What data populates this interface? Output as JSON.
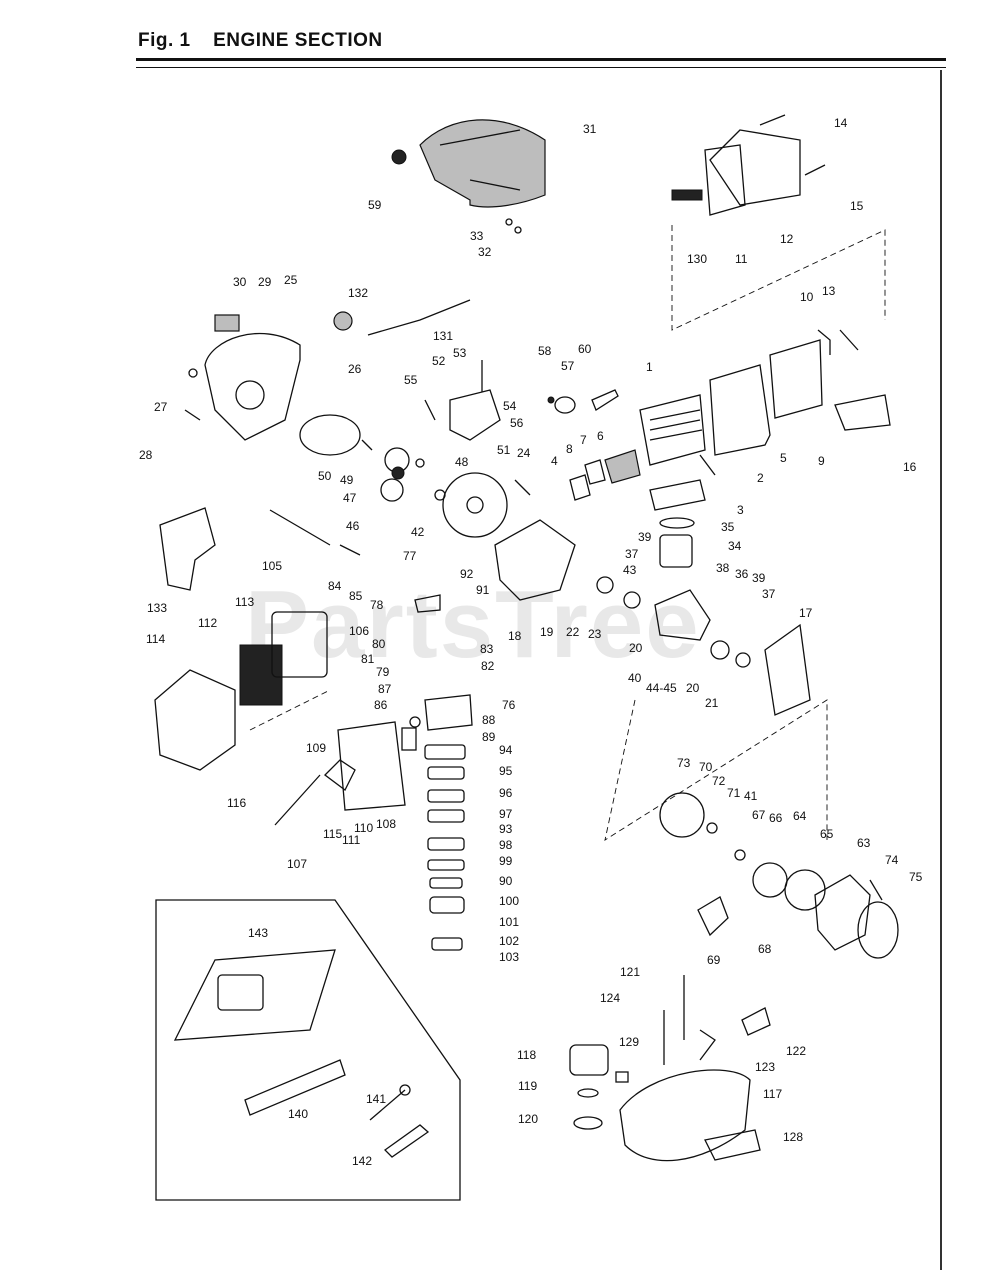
{
  "header": {
    "fig_label": "Fig. 1",
    "section_title": "ENGINE SECTION"
  },
  "watermark": "PartsTree",
  "colors": {
    "ink": "#111111",
    "paper": "#ffffff",
    "watermark": "#969696"
  },
  "callouts": [
    {
      "id": "31",
      "text": "31"
    },
    {
      "id": "59",
      "text": "59"
    },
    {
      "id": "33",
      "text": "33"
    },
    {
      "id": "32",
      "text": "32"
    },
    {
      "id": "14",
      "text": "14"
    },
    {
      "id": "15",
      "text": "15"
    },
    {
      "id": "12",
      "text": "12"
    },
    {
      "id": "11",
      "text": "11"
    },
    {
      "id": "130",
      "text": "130"
    },
    {
      "id": "30",
      "text": "30"
    },
    {
      "id": "29",
      "text": "29"
    },
    {
      "id": "25",
      "text": "25"
    },
    {
      "id": "132",
      "text": "132"
    },
    {
      "id": "131",
      "text": "131"
    },
    {
      "id": "10",
      "text": "10"
    },
    {
      "id": "13",
      "text": "13"
    },
    {
      "id": "27",
      "text": "27"
    },
    {
      "id": "28",
      "text": "28"
    },
    {
      "id": "26",
      "text": "26"
    },
    {
      "id": "55",
      "text": "55"
    },
    {
      "id": "52",
      "text": "52"
    },
    {
      "id": "53",
      "text": "53"
    },
    {
      "id": "54",
      "text": "54"
    },
    {
      "id": "56",
      "text": "56"
    },
    {
      "id": "58",
      "text": "58"
    },
    {
      "id": "57",
      "text": "57"
    },
    {
      "id": "60",
      "text": "60"
    },
    {
      "id": "1",
      "text": "1"
    },
    {
      "id": "5",
      "text": "5"
    },
    {
      "id": "9",
      "text": "9"
    },
    {
      "id": "16",
      "text": "16"
    },
    {
      "id": "50",
      "text": "50"
    },
    {
      "id": "49",
      "text": "49"
    },
    {
      "id": "48",
      "text": "48"
    },
    {
      "id": "47",
      "text": "47"
    },
    {
      "id": "46",
      "text": "46"
    },
    {
      "id": "51",
      "text": "51"
    },
    {
      "id": "24",
      "text": "24"
    },
    {
      "id": "8",
      "text": "8"
    },
    {
      "id": "7",
      "text": "7"
    },
    {
      "id": "6",
      "text": "6"
    },
    {
      "id": "4",
      "text": "4"
    },
    {
      "id": "2",
      "text": "2"
    },
    {
      "id": "3",
      "text": "3"
    },
    {
      "id": "42",
      "text": "42"
    },
    {
      "id": "133",
      "text": "133"
    },
    {
      "id": "105",
      "text": "105"
    },
    {
      "id": "77",
      "text": "77"
    },
    {
      "id": "84",
      "text": "84"
    },
    {
      "id": "85",
      "text": "85"
    },
    {
      "id": "78",
      "text": "78"
    },
    {
      "id": "92",
      "text": "92"
    },
    {
      "id": "91",
      "text": "91"
    },
    {
      "id": "18",
      "text": "18"
    },
    {
      "id": "19",
      "text": "19"
    },
    {
      "id": "22",
      "text": "22"
    },
    {
      "id": "23",
      "text": "23"
    },
    {
      "id": "35",
      "text": "35"
    },
    {
      "id": "34",
      "text": "34"
    },
    {
      "id": "39a",
      "text": "39"
    },
    {
      "id": "37a",
      "text": "37"
    },
    {
      "id": "43",
      "text": "43"
    },
    {
      "id": "38",
      "text": "38"
    },
    {
      "id": "36",
      "text": "36"
    },
    {
      "id": "39b",
      "text": "39"
    },
    {
      "id": "37b",
      "text": "37"
    },
    {
      "id": "17",
      "text": "17"
    },
    {
      "id": "113",
      "text": "113"
    },
    {
      "id": "112",
      "text": "112"
    },
    {
      "id": "114",
      "text": "114"
    },
    {
      "id": "106",
      "text": "106"
    },
    {
      "id": "80",
      "text": "80"
    },
    {
      "id": "81",
      "text": "81"
    },
    {
      "id": "79",
      "text": "79"
    },
    {
      "id": "83",
      "text": "83"
    },
    {
      "id": "82",
      "text": "82"
    },
    {
      "id": "20a",
      "text": "20"
    },
    {
      "id": "40",
      "text": "40"
    },
    {
      "id": "44-45",
      "text": "44-45"
    },
    {
      "id": "20b",
      "text": "20"
    },
    {
      "id": "21",
      "text": "21"
    },
    {
      "id": "87",
      "text": "87"
    },
    {
      "id": "86",
      "text": "86"
    },
    {
      "id": "76",
      "text": "76"
    },
    {
      "id": "88",
      "text": "88"
    },
    {
      "id": "89",
      "text": "89"
    },
    {
      "id": "109",
      "text": "109"
    },
    {
      "id": "94",
      "text": "94"
    },
    {
      "id": "95",
      "text": "95"
    },
    {
      "id": "116",
      "text": "116"
    },
    {
      "id": "96",
      "text": "96"
    },
    {
      "id": "108",
      "text": "108"
    },
    {
      "id": "97",
      "text": "97"
    },
    {
      "id": "110",
      "text": "110"
    },
    {
      "id": "115",
      "text": "115"
    },
    {
      "id": "111",
      "text": "111"
    },
    {
      "id": "93",
      "text": "93"
    },
    {
      "id": "107",
      "text": "107"
    },
    {
      "id": "98",
      "text": "98"
    },
    {
      "id": "99",
      "text": "99"
    },
    {
      "id": "90",
      "text": "90"
    },
    {
      "id": "100",
      "text": "100"
    },
    {
      "id": "101",
      "text": "101"
    },
    {
      "id": "102",
      "text": "102"
    },
    {
      "id": "103",
      "text": "103"
    },
    {
      "id": "73",
      "text": "73"
    },
    {
      "id": "70",
      "text": "70"
    },
    {
      "id": "72",
      "text": "72"
    },
    {
      "id": "71",
      "text": "71"
    },
    {
      "id": "41",
      "text": "41"
    },
    {
      "id": "67",
      "text": "67"
    },
    {
      "id": "66",
      "text": "66"
    },
    {
      "id": "64",
      "text": "64"
    },
    {
      "id": "65",
      "text": "65"
    },
    {
      "id": "63",
      "text": "63"
    },
    {
      "id": "74",
      "text": "74"
    },
    {
      "id": "75",
      "text": "75"
    },
    {
      "id": "69",
      "text": "69"
    },
    {
      "id": "68",
      "text": "68"
    },
    {
      "id": "143",
      "text": "143"
    },
    {
      "id": "121",
      "text": "121"
    },
    {
      "id": "124",
      "text": "124"
    },
    {
      "id": "122",
      "text": "122"
    },
    {
      "id": "123",
      "text": "123"
    },
    {
      "id": "118",
      "text": "118"
    },
    {
      "id": "129",
      "text": "129"
    },
    {
      "id": "119",
      "text": "119"
    },
    {
      "id": "117",
      "text": "117"
    },
    {
      "id": "141",
      "text": "141"
    },
    {
      "id": "120",
      "text": "120"
    },
    {
      "id": "140",
      "text": "140"
    },
    {
      "id": "128",
      "text": "128"
    },
    {
      "id": "142",
      "text": "142"
    }
  ]
}
